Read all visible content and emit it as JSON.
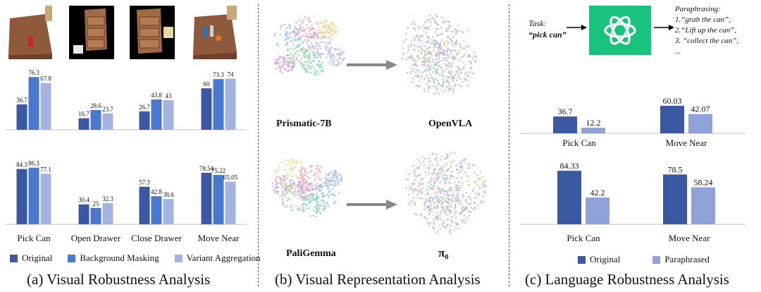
{
  "colors": {
    "original": "#3b58a3",
    "background_masking": "#4a78cf",
    "variant_aggregation": "#a4b3e0",
    "paraphrased": "#8fa3d8",
    "openai_green": "#19c37d"
  },
  "panel_a": {
    "caption": "(a) Visual Robustness Analysis",
    "legend": [
      "Original",
      "Background Masking",
      "Variant Aggregation"
    ]
  },
  "panel_b": {
    "caption": "(b) Visual Representation Analysis",
    "models": {
      "top_left": "Prismatic-7B",
      "top_right": "OpenVLA",
      "bottom_left": "PaliGemma",
      "bottom_right": "π₀"
    }
  },
  "panel_c": {
    "caption": "(c) Language Robustness Analysis",
    "task_label": "Task:",
    "task_value": "“pick can”",
    "paraphrase_title": "Paraphrasing:",
    "paraphrases": [
      "1.“grab the can”,",
      "2.“Lift up the can”,",
      "3. “collect the can”,",
      "..."
    ],
    "logo": "openai-logo-icon",
    "legend": [
      "Original",
      "Paraphrased"
    ]
  },
  "chart_data": [
    {
      "type": "bar",
      "categories": [
        "Pick Can",
        "Open Drawer",
        "Close Drawer",
        "Move Near"
      ],
      "series": [
        {
          "name": "Original",
          "values": [
            36.7,
            16.7,
            26.7,
            60
          ]
        },
        {
          "name": "Background Masking",
          "values": [
            76.3,
            28.6,
            43.8,
            73.3
          ]
        },
        {
          "name": "Variant Aggregation",
          "values": [
            67.8,
            23.7,
            43,
            74
          ]
        }
      ],
      "data_labels": [
        [
          "36.7",
          "76.3",
          "67.8"
        ],
        [
          "16.7",
          "28.6",
          "23.7"
        ],
        [
          "26.7",
          "43.8",
          "43"
        ],
        [
          "60",
          "73.3",
          "74"
        ]
      ],
      "ylim": [
        0,
        100
      ],
      "xlabel": "",
      "ylabel": ""
    },
    {
      "type": "bar",
      "categories": [
        "Pick Can",
        "Open Drawer",
        "Close Drawer",
        "Move Near"
      ],
      "series": [
        {
          "name": "Original",
          "values": [
            84.3,
            30.4,
            57.3,
            78.54
          ]
        },
        {
          "name": "Background Masking",
          "values": [
            86.3,
            25,
            42.8,
            75.22
          ]
        },
        {
          "name": "Variant Aggregation",
          "values": [
            77.1,
            32.3,
            38.6,
            65.05
          ]
        }
      ],
      "data_labels": [
        [
          "84.3",
          "86.3",
          "77.1"
        ],
        [
          "30.4",
          "25",
          "32.3"
        ],
        [
          "57.3",
          "42.8",
          "38.6"
        ],
        [
          "78.54",
          "75.22",
          "65.05"
        ]
      ],
      "ylim": [
        0,
        100
      ],
      "xlabel": "",
      "ylabel": ""
    },
    {
      "type": "bar",
      "categories": [
        "Pick Can",
        "Move Near"
      ],
      "series": [
        {
          "name": "Original",
          "values": [
            36.7,
            60.03
          ]
        },
        {
          "name": "Paraphrased",
          "values": [
            12.2,
            42.07
          ]
        }
      ],
      "data_labels": [
        [
          "36.7",
          "12.2"
        ],
        [
          "60.03",
          "42.07"
        ]
      ],
      "ylim": [
        0,
        100
      ],
      "xlabel": "",
      "ylabel": ""
    },
    {
      "type": "bar",
      "categories": [
        "Pick Can",
        "Move Near"
      ],
      "series": [
        {
          "name": "Original",
          "values": [
            84.33,
            78.5
          ]
        },
        {
          "name": "Paraphrased",
          "values": [
            42.2,
            58.24
          ]
        }
      ],
      "data_labels": [
        [
          "84.33",
          "42.2"
        ],
        [
          "78.5",
          "58.24"
        ]
      ],
      "ylim": [
        0,
        100
      ],
      "xlabel": "",
      "ylabel": ""
    }
  ]
}
